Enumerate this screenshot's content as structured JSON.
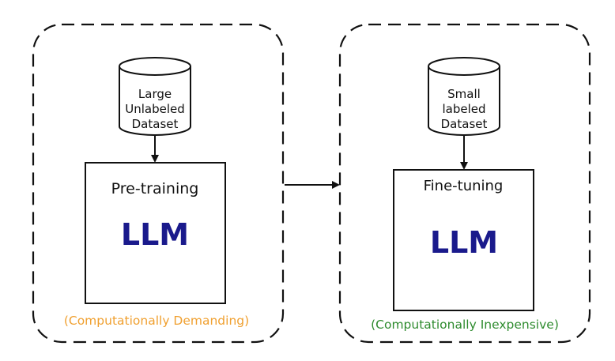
{
  "pretraining": {
    "dataset_lines": [
      "Large",
      "Unlabeled",
      "Dataset"
    ],
    "stage_label": "Pre-training",
    "model_label": "LLM",
    "cost_label": "(Computationally Demanding)",
    "cost_color": "#f0a030"
  },
  "finetuning": {
    "dataset_lines": [
      "Small",
      "labeled",
      "Dataset"
    ],
    "stage_label": "Fine-tuning",
    "model_label": "LLM",
    "cost_label": "(Computationally Inexpensive)",
    "cost_color": "#2e8b2e"
  },
  "colors": {
    "llm_text": "#1a1a8c",
    "stroke": "#111111"
  }
}
